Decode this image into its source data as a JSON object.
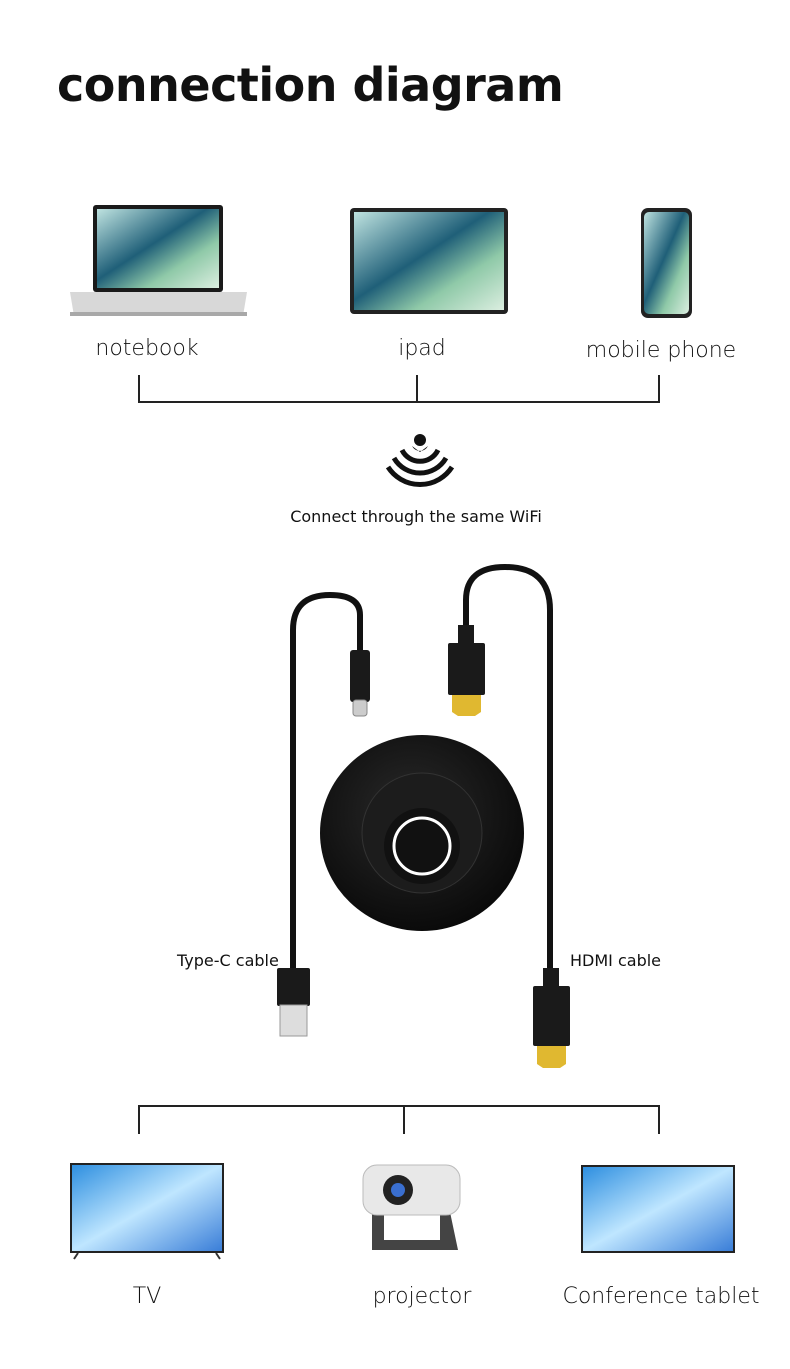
{
  "title": "connection diagram",
  "sources": [
    {
      "label": "notebook"
    },
    {
      "label": "ipad"
    },
    {
      "label": "mobile phone"
    }
  ],
  "wifi_caption": "Connect through the same WiFi",
  "cables": {
    "typec_label": "Type-C cable",
    "hdmi_label": "HDMI cable"
  },
  "outputs": [
    {
      "label": "TV"
    },
    {
      "label": "projector"
    },
    {
      "label": "Conference tablet"
    }
  ],
  "colors": {
    "line": "#222222",
    "device": "#111111",
    "gold": "#e0b830"
  }
}
